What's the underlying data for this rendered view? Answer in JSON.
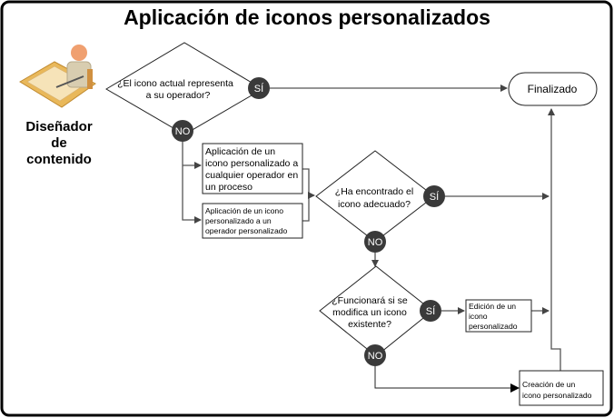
{
  "title": "Aplicación de iconos personalizados",
  "actor": {
    "lines": [
      "Diseñador",
      "de",
      "contenido"
    ],
    "icon": "designer-at-drafting-table-icon"
  },
  "decisions": [
    {
      "lines": [
        "¿El icono actual representa",
        "a su operador?"
      ],
      "yes": "SÍ",
      "no": "NO"
    },
    {
      "lines": [
        "¿Ha encontrado el",
        "icono adecuado?"
      ],
      "yes": "SÍ",
      "no": "NO"
    },
    {
      "lines": [
        "¿Funcionará si se",
        "modifica un icono",
        "existente?"
      ],
      "yes": "SÍ",
      "no": "NO"
    }
  ],
  "processes": {
    "apply_any": [
      "Aplicación de un",
      "icono personalizado a",
      "cualquier operador en",
      "un proceso"
    ],
    "apply_custom": [
      "Aplicación de un icono",
      "personalizado a un",
      "operador personalizado"
    ],
    "edit": [
      "Edición de un",
      "icono",
      "personalizado"
    ],
    "create": [
      "Creación de un",
      "icono personalizado"
    ]
  },
  "terminal": "Finalizado"
}
